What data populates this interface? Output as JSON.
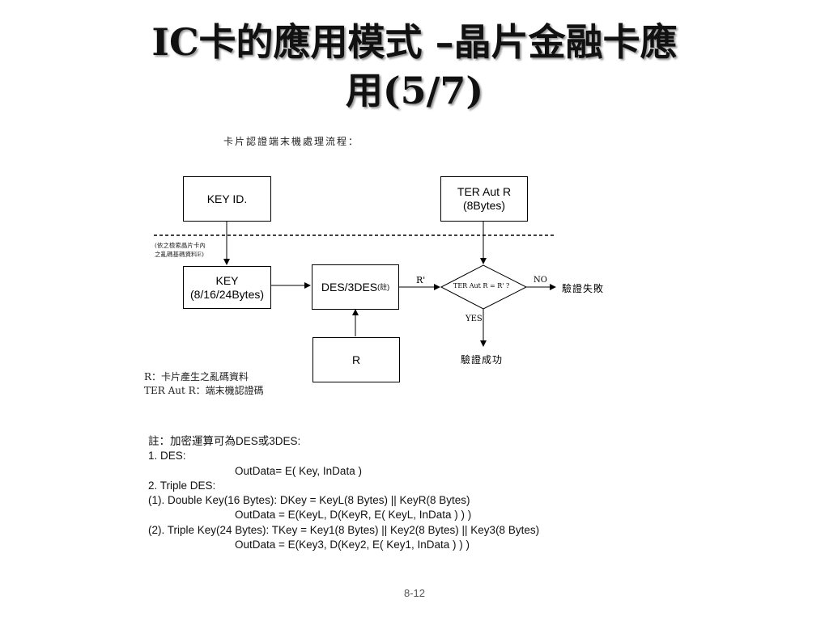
{
  "slide": {
    "title_line1": "IC卡的應用模式 –晶片金融卡應",
    "title_line2": "用(5/7)",
    "page_number": "8-12"
  },
  "diagram": {
    "subtitle": "卡片認證端末機處理流程：",
    "key_id_box": "KEY ID.",
    "ter_box_line1": "TER Aut R",
    "ter_box_line2": "(8Bytes)",
    "key_box_line1": "KEY",
    "key_box_line2": "(8/16/24Bytes)",
    "des_box": "DES/3DES",
    "des_box_note": "(註)",
    "r_box": "R",
    "side_note_line1": "(依之檢索晶片卡內",
    "side_note_line2": "之亂碼基碼資料E)",
    "r_prime_label": "R'",
    "decision_label": "TER Aut  R = R' ?",
    "no_label": "NO",
    "yes_label": "YES",
    "fail_label": "驗證失敗",
    "success_label": "驗證成功",
    "legend_line1": "R：卡片產生之亂碼資料",
    "legend_line2": "TER Aut R：端末機認證碼"
  },
  "footnotes": {
    "line1": "註：加密運算可為DES或3DES:",
    "line2": "1. DES:",
    "line3": "OutData= E( Key, InData )",
    "line4": "2. Triple DES:",
    "line5": "(1). Double Key(16 Bytes): DKey = KeyL(8 Bytes) || KeyR(8 Bytes)",
    "line6": "OutData = E(KeyL, D(KeyR, E( KeyL, InData ) ) )",
    "line7": "(2). Triple Key(24 Bytes): TKey = Key1(8 Bytes) || Key2(8 Bytes) || Key3(8 Bytes)",
    "line8": "OutData = E(Key3, D(Key2, E( Key1, InData ) ) )"
  }
}
